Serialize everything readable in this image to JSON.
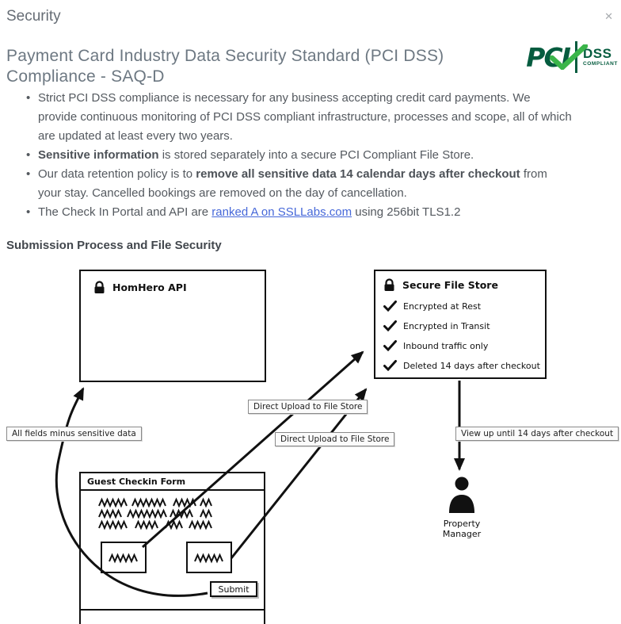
{
  "window": {
    "title": "Security",
    "close_label": "✕"
  },
  "heading": "Payment Card Industry Data Security Standard (PCI DSS) Compliance - SAQ-D",
  "logo": {
    "pci": "PCI",
    "dss": "DSS",
    "compliant": "COMPLIANT"
  },
  "bullets": [
    {
      "text": "Strict PCI DSS compliance is necessary for any business accepting credit card payments. We provide continuous monitoring of PCI DSS compliant infrastructure, processes and scope, all of which are updated at least every two years."
    },
    {
      "bold": "Sensitive information",
      "rest": " is stored separately into a secure PCI Compliant File Store."
    },
    {
      "pre": "Our data retention policy is to ",
      "bold": "remove all sensitive data 14 calendar days after checkout",
      "post": " from your stay. Cancelled bookings are removed on the day of cancellation."
    },
    {
      "pre": "The Check In Portal and API are ",
      "link": "ranked A on SSLLabs.com",
      "post": " using 256bit TLS1.2"
    }
  ],
  "section_heading": "Submission Process and File Security",
  "diagram": {
    "api_box": {
      "title": "HomHero API"
    },
    "file_store": {
      "title": "Secure File Store",
      "items": [
        "Encrypted at Rest",
        "Encrypted in Transit",
        "Inbound traffic only",
        "Deleted 14 days after checkout"
      ]
    },
    "labels": {
      "fields_label": "All fields minus sensitive data",
      "upload1": "Direct Upload to File Store",
      "upload2": "Direct Upload to File Store",
      "view_label": "View up until 14 days after checkout"
    },
    "form": {
      "title": "Guest Checkin Form",
      "submit": "Submit"
    },
    "manager_label": "Property Manager"
  },
  "colors": {
    "link_blue": "#4668d9",
    "heading_gray": "#6d7882",
    "body_gray": "#54595f",
    "pci_dark_green": "#055c3f",
    "pci_bright_green": "#3bb54a",
    "ink": "#111111"
  }
}
